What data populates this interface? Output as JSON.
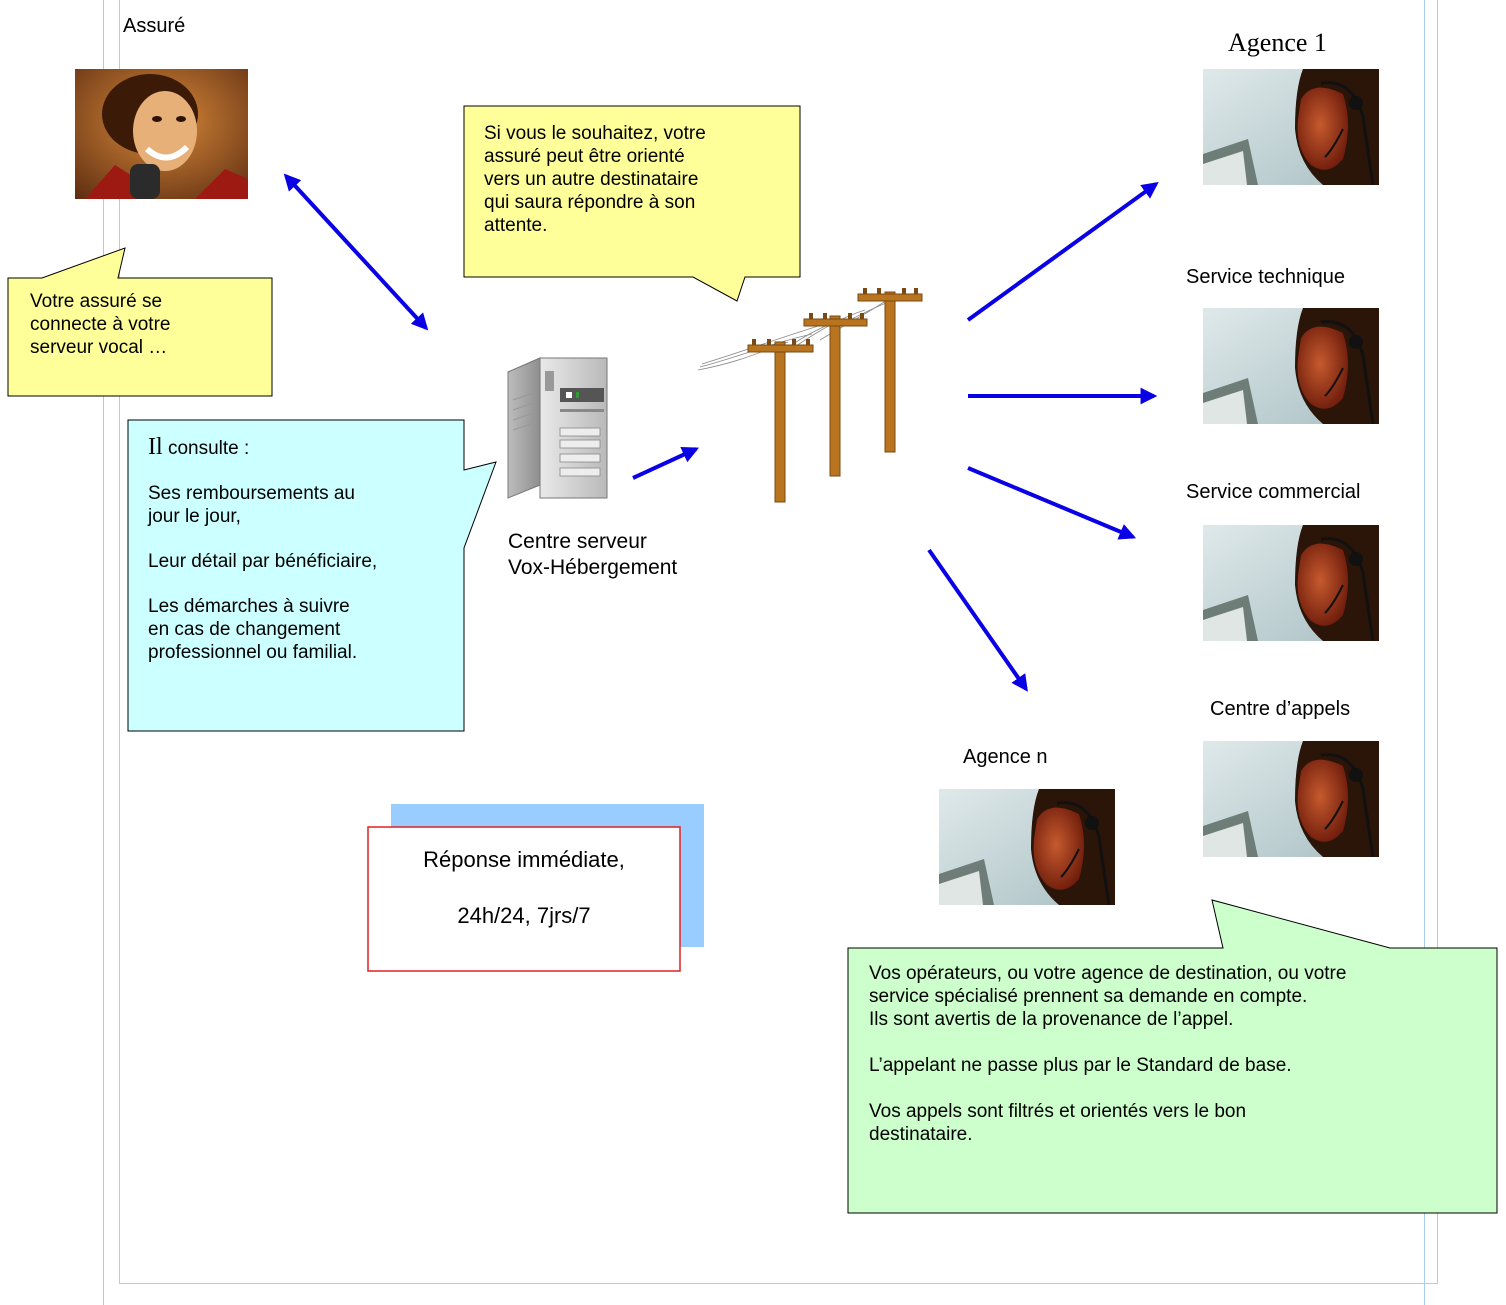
{
  "labels": {
    "assure": "Assuré",
    "agence1": "Agence 1",
    "service_technique": "Service technique",
    "service_commercial": "Service commercial",
    "centre_appels": "Centre d’appels",
    "agence_n": "Agence n",
    "centre_serveur": "Centre serveur\nVox-Hébergement"
  },
  "callouts": {
    "connect": "Votre assuré se\nconnecte à votre\nserveur vocal …",
    "reroute": "Si vous le souhaitez, votre\nassuré peut être orienté\nvers un autre destinataire\nqui saura répondre à son\nattente.",
    "consult": {
      "lead_big": "Il",
      "lead_rest": " consulte :",
      "items": [
        "Ses remboursements au\njour le jour,",
        "Leur détail par bénéficiaire,",
        "Les démarches à suivre\nen  cas de changement\nprofessionnel ou familial."
      ]
    },
    "operators": {
      "p1": "Vos opérateurs, ou votre agence de destination, ou votre\nservice spécialisé prennent sa demande en compte.\nIls sont avertis de la provenance de l’appel.",
      "p2": "L’appelant ne passe plus par le Standard de base.",
      "p3": "Vos appels sont filtrés et orientés vers le bon\ndestinataire."
    }
  },
  "response_box": {
    "line1": "Réponse immédiate,",
    "line2": "24h/24, 7jrs/7"
  },
  "colors": {
    "arrow": "#0a00e6",
    "yellow_callout": "#ffff99",
    "cyan_callout": "#ccffff",
    "green_callout": "#ccffcc",
    "response_border": "#e02020",
    "response_shadow": "#99ccff"
  },
  "icons": {
    "caller": "woman-on-phone-photo",
    "operator": "headset-operator-photo",
    "server": "server-tower-icon",
    "poles": "telephone-poles-icon"
  }
}
